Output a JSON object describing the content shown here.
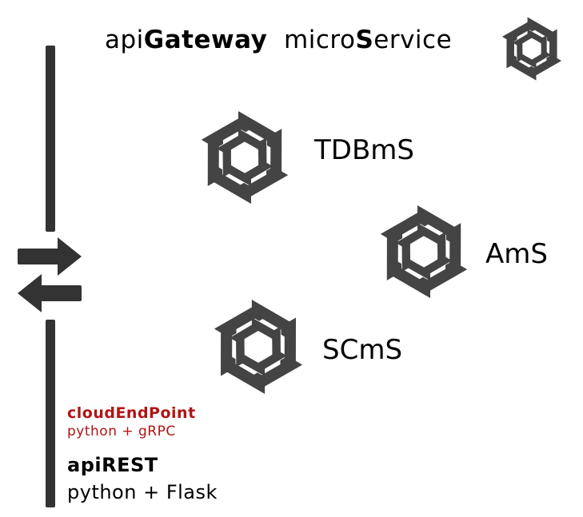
{
  "header": {
    "title_prefix": "api",
    "title_strong": "Gateway",
    "title_micro": "micro",
    "title_S": "S",
    "title_ervice": "ervice"
  },
  "services": [
    {
      "label": "TDBmS",
      "icon": "hexagon-service-icon"
    },
    {
      "label": "AmS",
      "icon": "hexagon-service-icon"
    },
    {
      "label": "SCmS",
      "icon": "hexagon-service-icon"
    }
  ],
  "endpoint": {
    "name": "cloudEndPoint",
    "stack": "python + gRPC"
  },
  "api": {
    "name": "apiREST",
    "stack": "python + Flask"
  },
  "colors": {
    "icon": "#444444",
    "bar": "#333333",
    "accent": "#b01515"
  },
  "icons": [
    "hexagon-service-icon",
    "bidirectional-arrows-icon"
  ]
}
